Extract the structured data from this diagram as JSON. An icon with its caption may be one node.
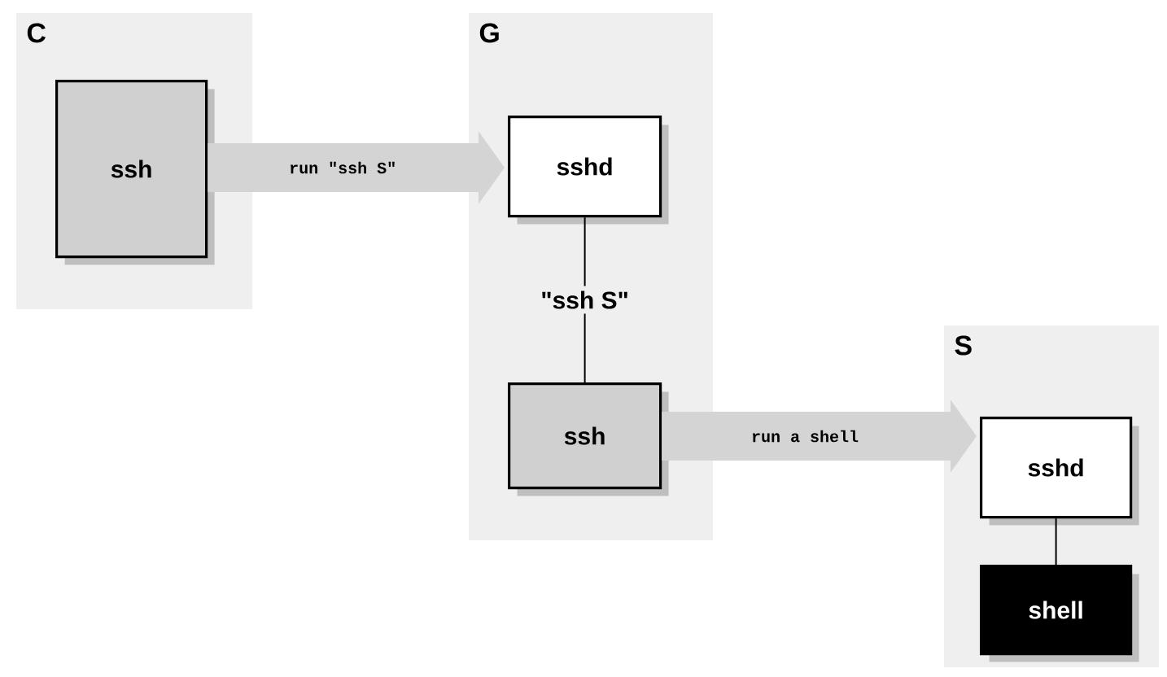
{
  "diagram": {
    "nodes": [
      {
        "text": [
          "C"
        ]
      },
      {
        "text": [
          "ssh"
        ],
        "in": 0
      },
      {
        "text": [
          "G"
        ]
      },
      {
        "text": [
          "sshd"
        ],
        "in": 2
      },
      {
        "text": [
          "ssh"
        ],
        "in": 2
      },
      {
        "text": [
          "S"
        ]
      },
      {
        "text": [
          "sshd"
        ],
        "in": 5
      },
      {
        "text": [
          "shell"
        ],
        "in": 5
      }
    ],
    "edges": [
      {
        "from": 1,
        "to": 3,
        "arrow": "to",
        "label": "run \"ssh S\"",
        "style": "thick",
        "color": "#d4d4d4"
      },
      {
        "from": 3,
        "to": 4,
        "arrow": "none",
        "label": "\"ssh S\"",
        "color": "#000000"
      },
      {
        "from": 4,
        "to": 6,
        "arrow": "to",
        "label": "run a shell",
        "style": "thick",
        "color": "#d4d4d4"
      },
      {
        "from": 6,
        "to": 7,
        "arrow": "none",
        "color": "#000000"
      }
    ]
  }
}
